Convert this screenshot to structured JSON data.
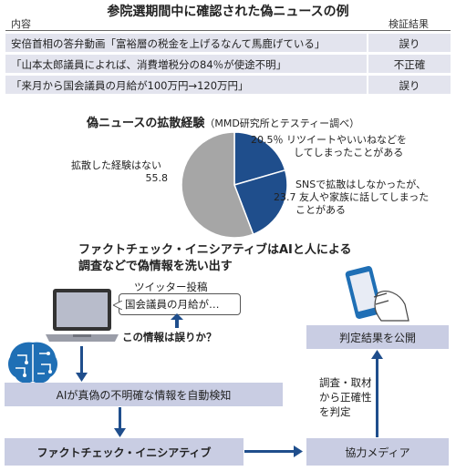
{
  "table": {
    "title": "参院選期間中に確認された偽ニュースの例",
    "header": {
      "content": "内容",
      "result": "検証結果"
    },
    "rows": [
      {
        "content": "安倍首相の答弁動画「富裕層の税金を上げるなんて馬鹿げている」",
        "result": "誤り"
      },
      {
        "content": "「山本太郎議員によれば、消費増税分の84％が使途不明」",
        "result": "不正確"
      },
      {
        "content": "「来月から国会議員の月給が100万円→120万円」",
        "result": "誤り"
      }
    ]
  },
  "pie": {
    "title": "偽ニュースの拡散経験",
    "subtitle": "（MMD研究所とテスティー調べ）",
    "slices": [
      {
        "label_lines": [
          "リツイートやいいねなどを",
          "してしまったことがある"
        ],
        "value": 20.5,
        "color": "#1f4e8c"
      },
      {
        "label_lines": [
          "SNSで拡散はしなかったが、",
          "友人や家族に話してしまった",
          "ことがある"
        ],
        "value": 23.7,
        "color": "#1f4e8c"
      },
      {
        "label_lines": [
          "拡散した経験はない"
        ],
        "value": 55.8,
        "color": "#a6a6a6"
      }
    ],
    "value_labels": [
      "20.5％",
      "23.7",
      "55.8"
    ]
  },
  "flow": {
    "title_line1": "ファクトチェック・イニシアティブはAIと人による",
    "title_line2": "調査などで偽情報を洗い出す",
    "tweet_label": "ツイッター投稿",
    "tweet_text": "国会議員の月給が…",
    "question": "この情報は誤りか？",
    "ai_box": "AIが真偽の不明確な情報を自動検知",
    "fci_box": "ファクトチェック・イニシアティブ",
    "media_box": "協力メディア",
    "publish_box": "判定結果を公開",
    "investigate_lines": [
      "調査・取材",
      "から正確性",
      "を判定"
    ]
  }
}
